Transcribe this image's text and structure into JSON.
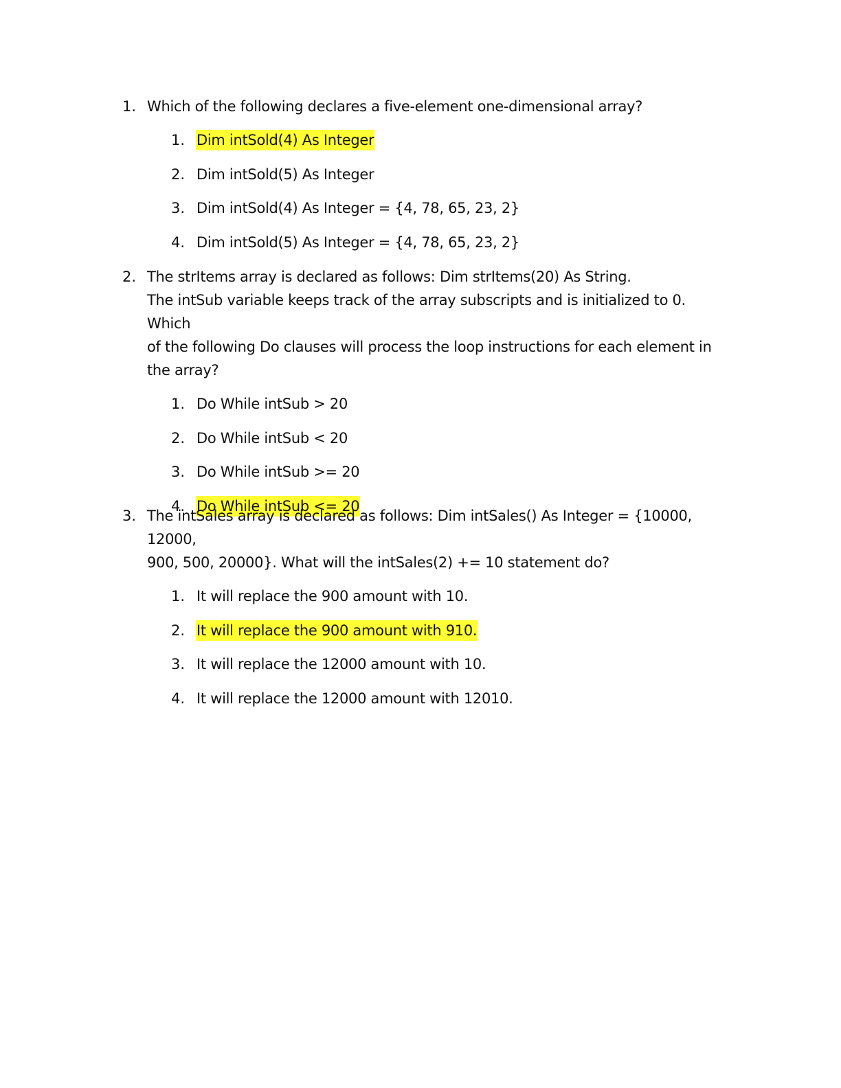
{
  "questions": [
    {
      "number": "1.",
      "lines": [
        "Which of the following declares a five-element one-dimensional array?"
      ],
      "answers": [
        {
          "number": "1.",
          "text": "Dim intSold(4) As Integer",
          "highlighted": true
        },
        {
          "number": "2.",
          "text": "Dim intSold(5) As Integer",
          "highlighted": false
        },
        {
          "number": "3.",
          "text": "Dim intSold(4) As Integer = {4, 78, 65, 23, 2}",
          "highlighted": false
        },
        {
          "number": "4.",
          "text": "Dim intSold(5) As Integer = {4, 78, 65, 23, 2}",
          "highlighted": false
        }
      ]
    },
    {
      "number": "2.",
      "lines": [
        "The strItems array is declared as follows: Dim strItems(20) As String.",
        "The intSub variable keeps track of the array subscripts and is initialized to 0. Which",
        "of the following Do clauses will process the loop instructions for each element in",
        "the array?"
      ],
      "answers": [
        {
          "number": "1.",
          "text": "Do While intSub > 20",
          "highlighted": false
        },
        {
          "number": "2.",
          "text": "Do While intSub < 20",
          "highlighted": false
        },
        {
          "number": "3.",
          "text": "Do While intSub >= 20",
          "highlighted": false
        },
        {
          "number": "4.",
          "text": "Do While intSub <= 20",
          "highlighted": true
        }
      ]
    },
    {
      "number": "3.",
      "lines": [
        "The intSales array is declared as follows: Dim intSales() As Integer = {10000, 12000,",
        "900, 500, 20000}. What will the intSales(2) += 10 statement do?"
      ],
      "answers": [
        {
          "number": "1.",
          "text": "It will replace the 900 amount with 10.",
          "highlighted": false
        },
        {
          "number": "2.",
          "text": "It will replace the 900 amount with 910.",
          "highlighted": true
        },
        {
          "number": "3.",
          "text": "It will replace the 12000 amount with 10.",
          "highlighted": false
        },
        {
          "number": "4.",
          "text": "It will replace the 12000 amount with 12010.",
          "highlighted": false
        }
      ]
    }
  ],
  "colors": {
    "highlight": "#ffff33",
    "text": "#111111"
  }
}
